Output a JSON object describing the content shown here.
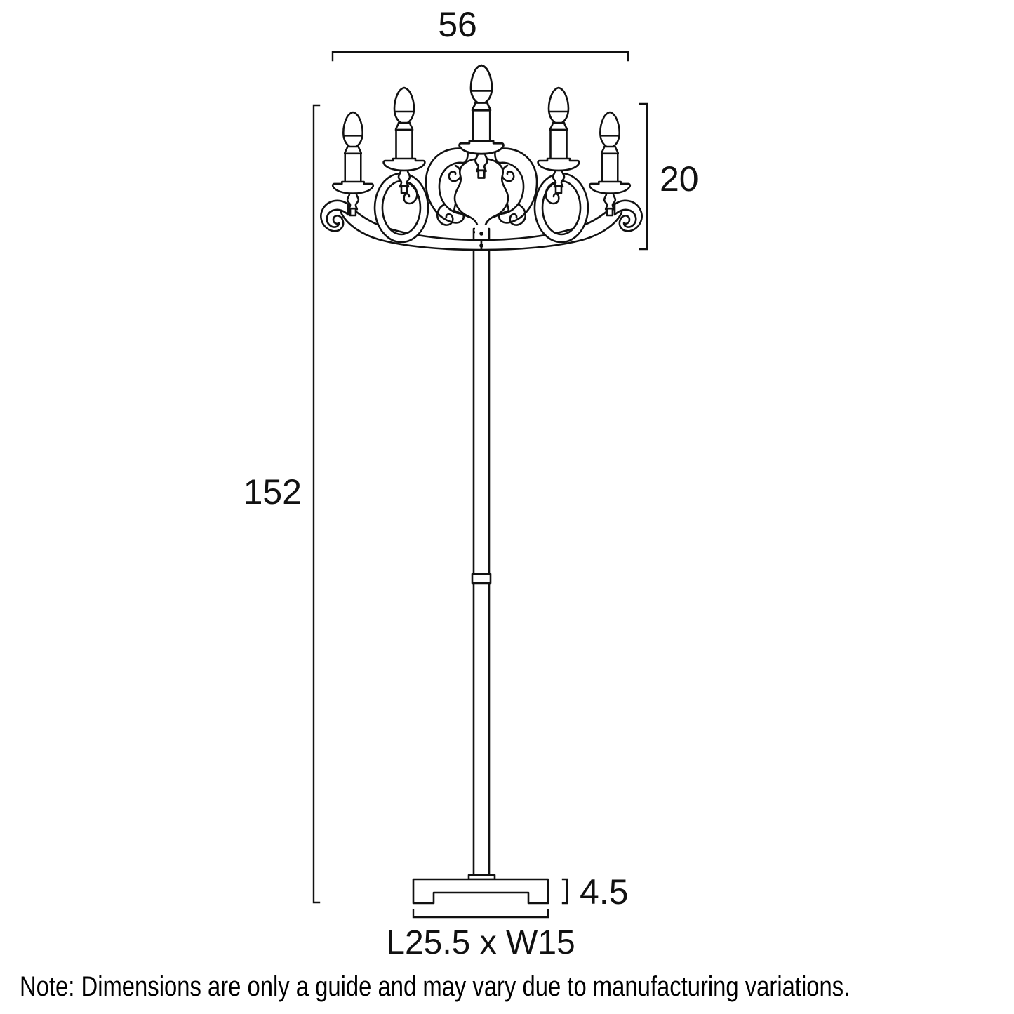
{
  "dimensions": {
    "head_width": "56",
    "head_height": "20",
    "total_height": "152",
    "base_height": "4.5",
    "base_footprint": "L25.5 x W15"
  },
  "note": "Note: Dimensions are only a guide and may vary due to manufacturing variations.",
  "colors": {
    "line": "#111111",
    "background": "#ffffff",
    "socket_band": "#4d4d4d"
  }
}
